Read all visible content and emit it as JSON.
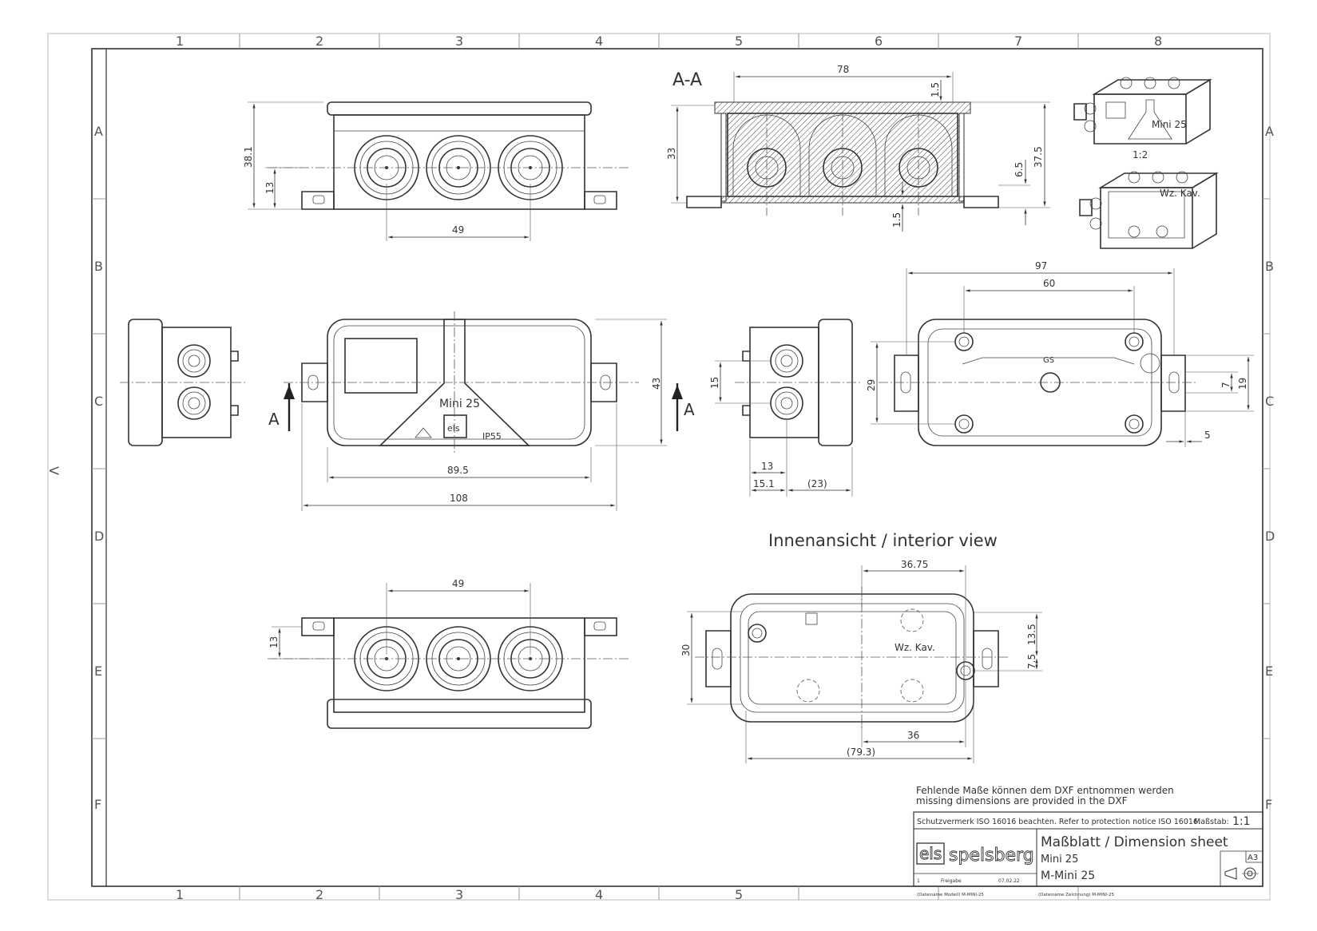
{
  "sheet": {
    "zones_cols": [
      "1",
      "2",
      "3",
      "4",
      "5",
      "6",
      "7",
      "8"
    ],
    "zones_rows": [
      "A",
      "B",
      "C",
      "D",
      "E",
      "F"
    ],
    "section_label": "A-A",
    "section_marker": "A",
    "side_mark": "V",
    "iso_scale": "1:2",
    "interior_view_title": "Innenansicht / interior view"
  },
  "product": {
    "name_label": "Mini 25",
    "rating": "IP55",
    "logo_mark": "els",
    "lid_mark": "Mini 25",
    "interior_mark": "Wz. Kav.",
    "bottom_mark": "GS"
  },
  "dimensions": {
    "top_height": "38.1",
    "top_hole": "13",
    "top_pitch": "49",
    "sec_width": "78",
    "sec_wall": "1.5",
    "sec_height": "33",
    "sec_outer": "37.5",
    "sec_step": "6.5",
    "sec_floor": "1.5",
    "front_height": "43",
    "front_inner": "89.5",
    "front_total": "108",
    "side_hole": "15",
    "side_h": "13",
    "side_depth": "15.1",
    "side_ref": "(23)",
    "bot_97": "97",
    "bot_60": "60",
    "bot_29": "29",
    "bot_7": "7",
    "bot_19": "19",
    "bot_5": "5",
    "low_pitch": "49",
    "low_hole": "13",
    "int_3675": "36.75",
    "int_30": "30",
    "int_135": "13.5",
    "int_75": "7.5",
    "int_36": "36",
    "int_793": "(79.3)"
  },
  "notes": {
    "line1": "Fehlende Maße können dem DXF entnommen werden",
    "line2": "missing dimensions are provided in the DXF"
  },
  "title_block": {
    "protection_notice": "Schutzvermerk ISO 16016 beachten. Refer to protection notice ISO 16016.",
    "scale_label": "Maßstab:",
    "scale_value": "1:1",
    "title": "Maßblatt / Dimension sheet",
    "product": "Mini 25",
    "drawing_no": "M-Mini 25",
    "format": "A3",
    "company_logo": "els spelsberg",
    "rev_index": "1",
    "rev_text": "Freigabe",
    "rev_date": "07.02.22",
    "file_model": "(Dateiname Modell) M-MINI-25",
    "file_drawing": "(Dateiname Zeichnung) M-MINI-25"
  }
}
